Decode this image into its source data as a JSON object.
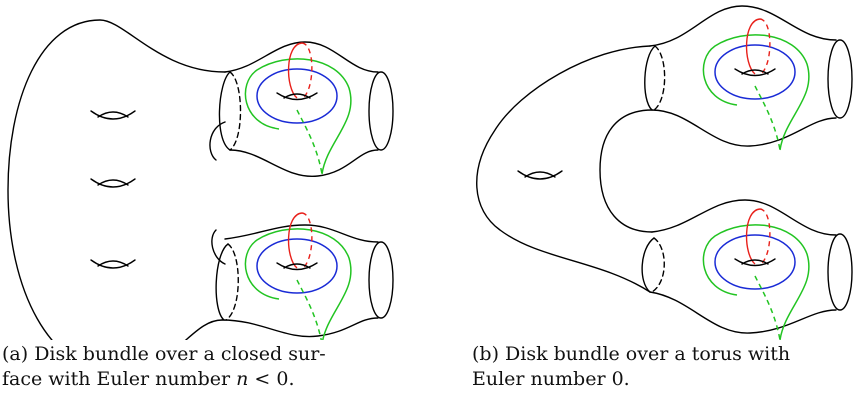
{
  "captions": {
    "a": {
      "line1": "(a) Disk bundle over a closed sur-",
      "line2_prefix": "face with Euler number ",
      "line2_math": "n",
      "line2_suffix": " < 0."
    },
    "b": {
      "line1": "(b) Disk bundle over a torus with",
      "line2": "Euler number 0."
    }
  },
  "colors": {
    "outline": "#000000",
    "red_curve": "#e8201a",
    "green_curve": "#22c422",
    "blue_curve": "#1a2bd6"
  }
}
